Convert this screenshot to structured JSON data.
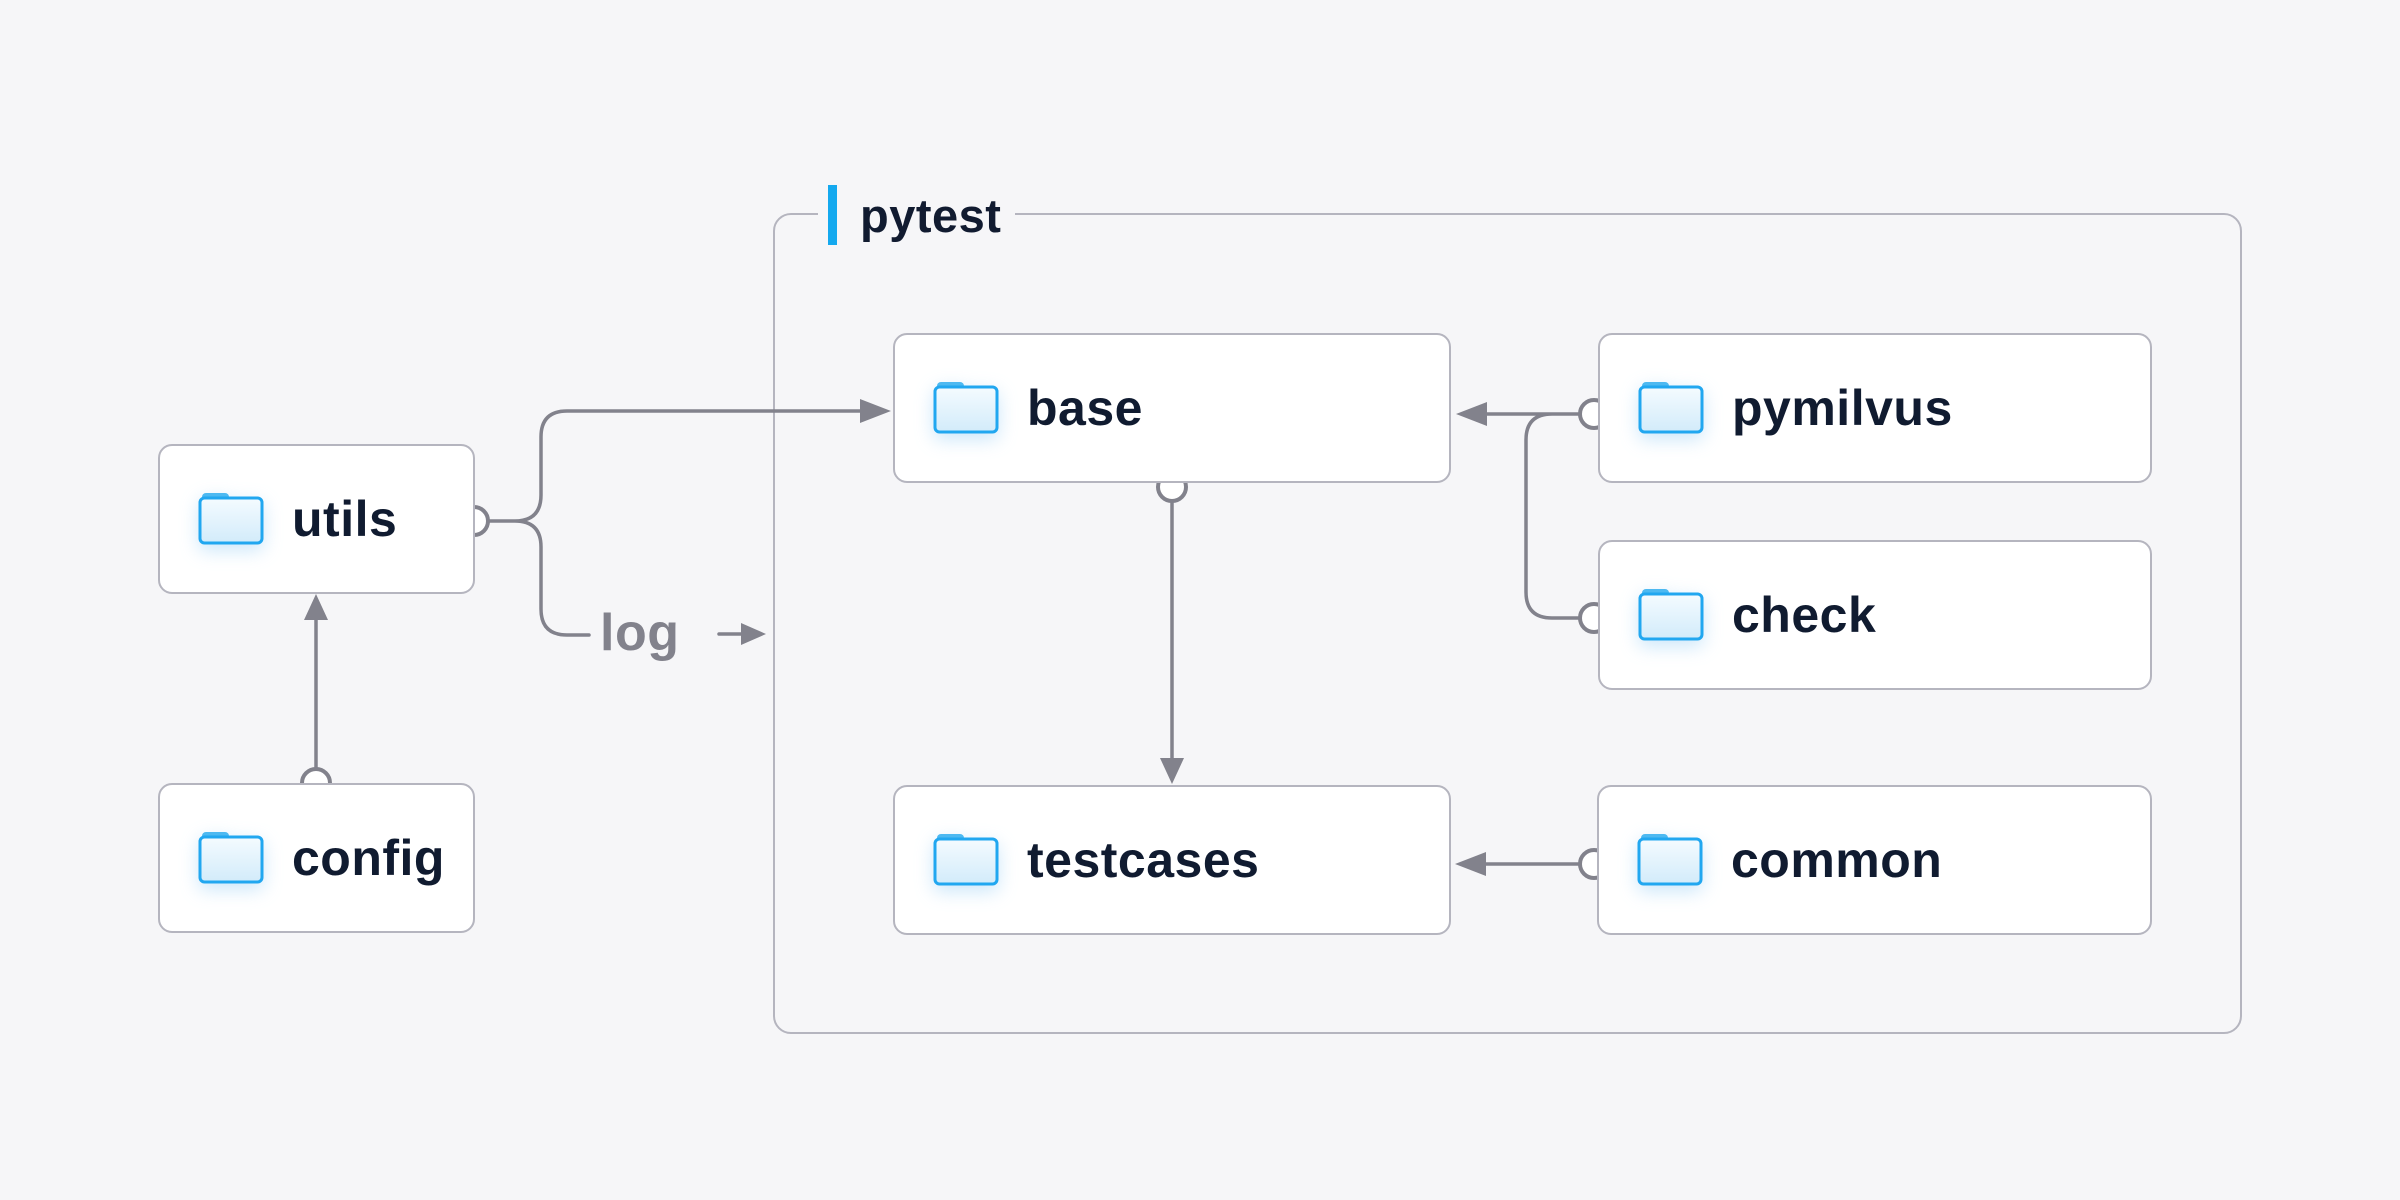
{
  "container": {
    "label": "pytest"
  },
  "nodes": [
    {
      "id": "utils",
      "label": "utils",
      "icon": "folder-icon"
    },
    {
      "id": "config",
      "label": "config",
      "icon": "folder-icon"
    },
    {
      "id": "base",
      "label": "base",
      "icon": "folder-icon"
    },
    {
      "id": "pymilvus",
      "label": "pymilvus",
      "icon": "folder-icon"
    },
    {
      "id": "check",
      "label": "check",
      "icon": "folder-icon"
    },
    {
      "id": "testcases",
      "label": "testcases",
      "icon": "folder-icon"
    },
    {
      "id": "common",
      "label": "common",
      "icon": "folder-icon"
    }
  ],
  "edges": [
    {
      "from": "config",
      "to": "utils",
      "marker": "circle-to-arrow"
    },
    {
      "from": "utils",
      "to": "base",
      "marker": "circle-to-arrow"
    },
    {
      "from": "utils",
      "to": "log",
      "marker": "circle-to-arrow",
      "label": "log"
    },
    {
      "from": "pymilvus",
      "to": "base",
      "marker": "circle-to-arrow"
    },
    {
      "from": "check",
      "to": "base",
      "marker": "circle-to-arrow"
    },
    {
      "from": "base",
      "to": "testcases",
      "marker": "circle-to-arrow"
    },
    {
      "from": "common",
      "to": "testcases",
      "marker": "circle-to-arrow"
    }
  ],
  "edge_label": {
    "text": "log"
  },
  "colors": {
    "background": "#f6f6f8",
    "node_background": "#ffffff",
    "border": "#b5b5bf",
    "connector": "#82828c",
    "text": "#101b30",
    "accent_blue": "#14a9ef",
    "folder_stroke": "#21a7f0",
    "folder_tab": "#4db9f1",
    "folder_fill_top": "#f4fbff",
    "folder_fill_bottom": "#d2ebfa"
  }
}
